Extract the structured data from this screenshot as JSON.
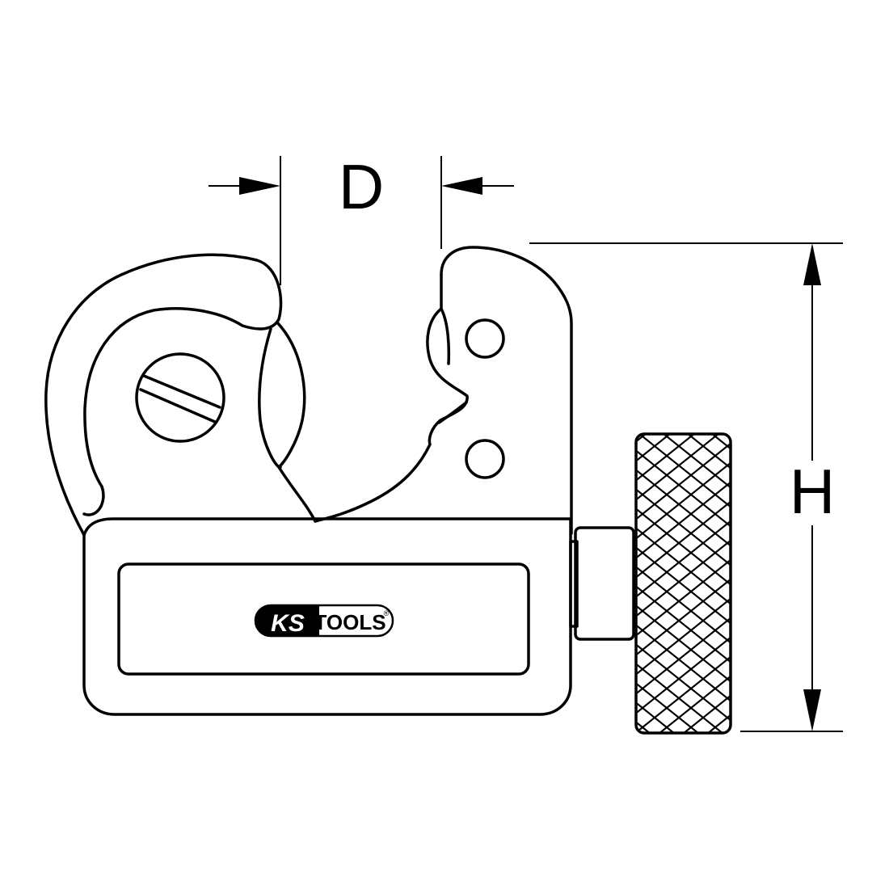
{
  "dimensions": {
    "opening_label": "D",
    "height_label": "H"
  },
  "logo": {
    "brand_left": "KS",
    "brand_right": "TOOLS",
    "registered_mark": "®"
  },
  "colors": {
    "stroke": "#000000",
    "background": "#ffffff"
  }
}
